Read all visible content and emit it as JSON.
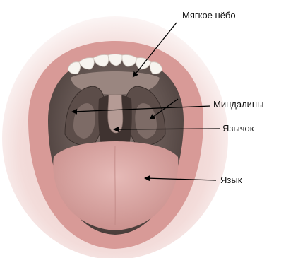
{
  "diagram": {
    "labels": {
      "soft_palate": "Мягкое нёбо",
      "tonsils": "Миндалины",
      "uvula": "Язычок",
      "tongue": "Язык"
    },
    "colors": {
      "lips": "#d89a97",
      "oral_cavity": "#6b5b57",
      "teeth": "#f7f4ef",
      "tongue": "#d9a8a5",
      "arrows": "#000000"
    }
  }
}
